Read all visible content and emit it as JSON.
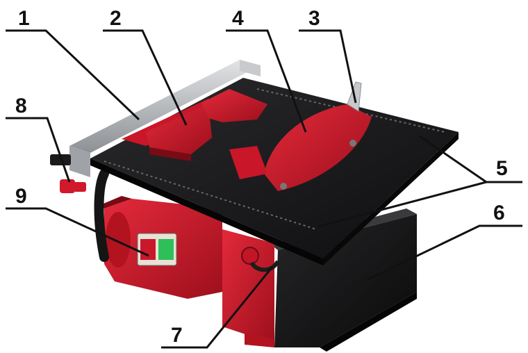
{
  "figure": {
    "callouts": [
      {
        "id": "1",
        "label": "1"
      },
      {
        "id": "2",
        "label": "2"
      },
      {
        "id": "3",
        "label": "3"
      },
      {
        "id": "4",
        "label": "4"
      },
      {
        "id": "5",
        "label": "5"
      },
      {
        "id": "6",
        "label": "6"
      },
      {
        "id": "7",
        "label": "7"
      },
      {
        "id": "8",
        "label": "8"
      },
      {
        "id": "9",
        "label": "9"
      }
    ]
  },
  "colors": {
    "accent_red": "#d0192b",
    "table_black": "#1b1b1d",
    "rail_silver": "#b9bcc0",
    "switch_green": "#2fbf5a",
    "leader_line": "#111111"
  }
}
